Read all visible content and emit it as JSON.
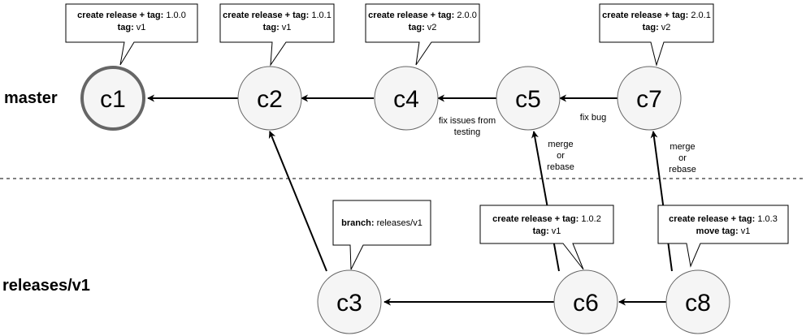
{
  "lanes": {
    "master": "master",
    "releases": "releases/v1"
  },
  "commits": {
    "c1": "c1",
    "c2": "c2",
    "c3": "c3",
    "c4": "c4",
    "c5": "c5",
    "c6": "c6",
    "c7": "c7",
    "c8": "c8"
  },
  "callouts": {
    "c1": {
      "line1_key": "create release + tag:",
      "line1_val": "1.0.0",
      "line2_key": "tag:",
      "line2_val": "v1"
    },
    "c2": {
      "line1_key": "create release + tag:",
      "line1_val": "1.0.1",
      "line2_key": "tag:",
      "line2_val": "v1"
    },
    "c4": {
      "line1_key": "create release + tag:",
      "line1_val": "2.0.0",
      "line2_key": "tag:",
      "line2_val": "v2"
    },
    "c7": {
      "line1_key": "create release + tag:",
      "line1_val": "2.0.1",
      "line2_key": "tag:",
      "line2_val": "v2"
    },
    "c3": {
      "line1_key": "branch:",
      "line1_val": "releases/v1"
    },
    "c6": {
      "line1_key": "create release + tag:",
      "line1_val": "1.0.2",
      "line2_key": "tag:",
      "line2_val": "v1"
    },
    "c8": {
      "line1_key": "create release + tag:",
      "line1_val": "1.0.3",
      "line2_key": "move tag:",
      "line2_val": "v1"
    }
  },
  "edge_labels": {
    "fix_issues_line1": "fix issues from",
    "fix_issues_line2": "testing",
    "fix_bug": "fix bug",
    "merge_c6_line1": "merge",
    "merge_c6_line2": "or",
    "merge_c6_line3": "rebase",
    "merge_c8_line1": "merge",
    "merge_c8_line2": "or",
    "merge_c8_line3": "rebase"
  },
  "colors": {
    "node_fill": "#f5f5f5",
    "node_stroke": "#666666",
    "line": "#000000"
  }
}
